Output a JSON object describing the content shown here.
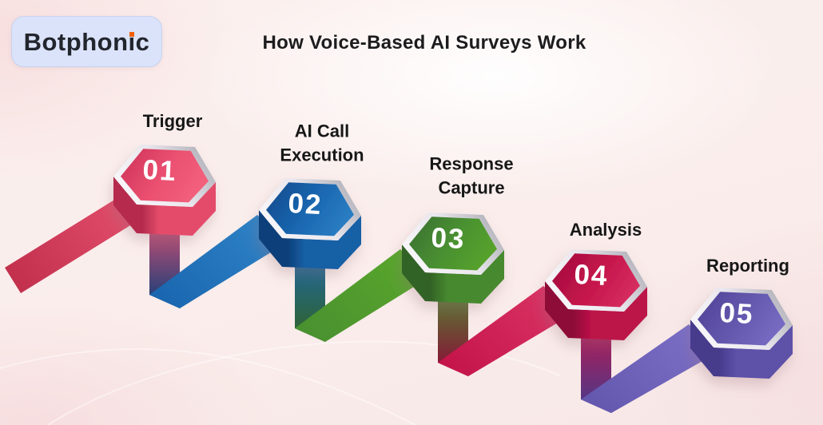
{
  "page": {
    "title": "How Voice-Based AI Surveys Work"
  },
  "logo": {
    "text_pre": "Botphon",
    "text_i": "ı",
    "text_post": "c"
  },
  "steps": [
    {
      "number": "01",
      "label": "Trigger",
      "colors": {
        "face_dark": "#CE3359",
        "face_main": "#EB5071",
        "face_light": "#F4647F",
        "side_dark": "#B52B4D",
        "side_main": "#E44C6A"
      }
    },
    {
      "number": "02",
      "label": "AI Call Execution",
      "colors": {
        "face_dark": "#11498C",
        "face_main": "#1A67B0",
        "face_light": "#2E82C6",
        "side_dark": "#0D3F7A",
        "side_main": "#1760A6"
      }
    },
    {
      "number": "03",
      "label": "Response Capture",
      "colors": {
        "face_dark": "#3A7030",
        "face_main": "#4A9130",
        "face_light": "#58A62B",
        "side_dark": "#336326",
        "side_main": "#47892F"
      }
    },
    {
      "number": "04",
      "label": "Analysis",
      "colors": {
        "face_dark": "#A10C3E",
        "face_main": "#C5154B",
        "face_light": "#D93263",
        "side_dark": "#8E0938",
        "side_main": "#BC1249"
      }
    },
    {
      "number": "05",
      "label": "Reporting",
      "colors": {
        "face_dark": "#4F4296",
        "face_main": "#6458AE",
        "face_light": "#7A6EC6",
        "side_dark": "#463B8C",
        "side_main": "#5D51A8"
      }
    }
  ],
  "ribbons": {
    "intro_from": "#C2304E",
    "intro_to": "#E85370"
  },
  "colors": {
    "title_text": "#1C1C1E",
    "label_text": "#171717",
    "number_text": "#FFFFFF",
    "logo_bg": "#DAE3F9",
    "logo_border": "#C7D2F0",
    "logo_text": "#22252D",
    "logo_dot": "#F2600C",
    "rim_light": "#FCFBFD",
    "rim_mid": "#E9E7ED",
    "rim_dark": "#A7A6AF",
    "bg_base": "#FAEDEB",
    "bg_tint": "#F6D8DA"
  }
}
